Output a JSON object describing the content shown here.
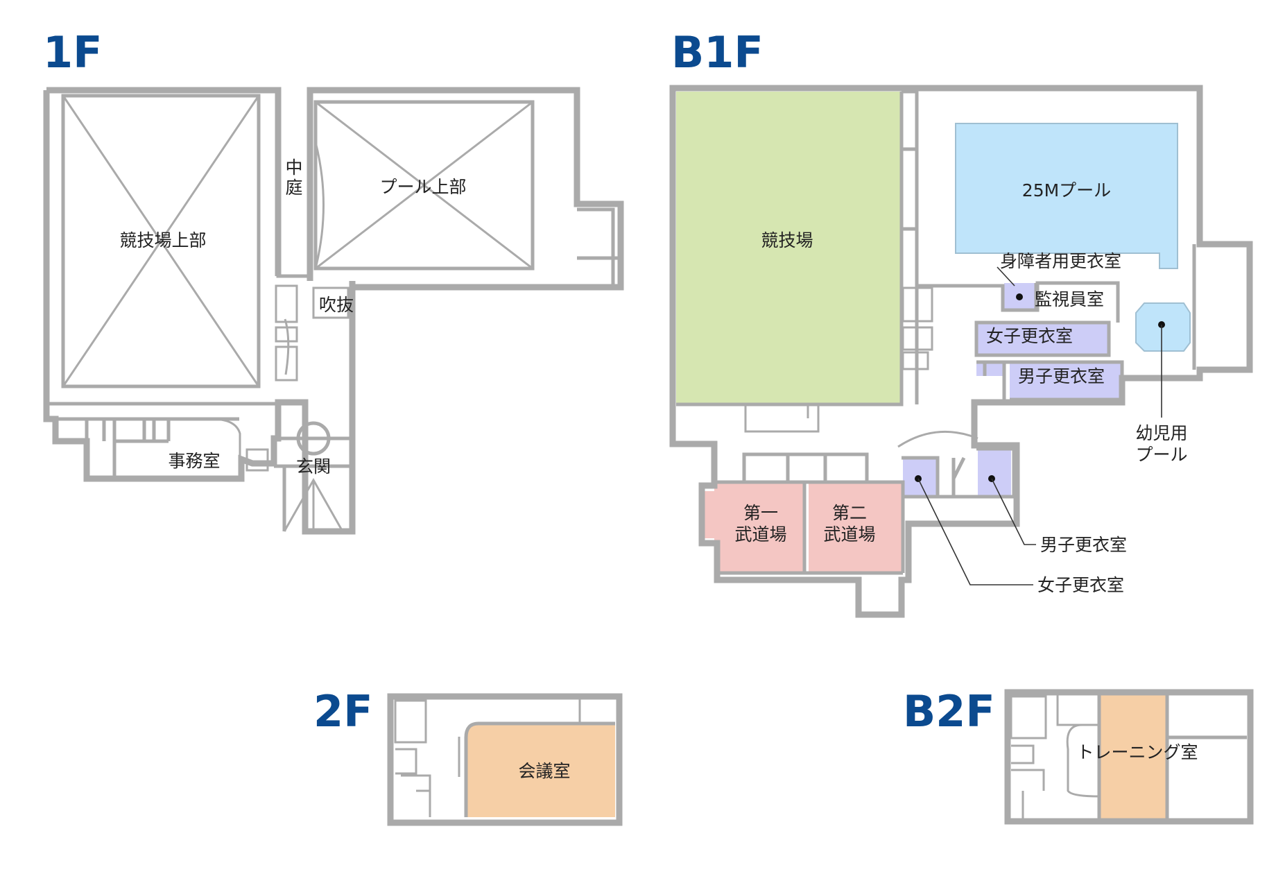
{
  "colors": {
    "wall": "#aaaaaa",
    "title_blue": "#0b4a8f",
    "arena_green": "#d6e6b1",
    "pool_blue": "#bfe4fa",
    "locker_lavender": "#cdcdf7",
    "budo_pink": "#f4c6c3",
    "meeting_orange": "#f6cfa6"
  },
  "floors": {
    "f1": {
      "title": "1F",
      "rooms": {
        "arena_upper": "競技場上部",
        "courtyard_1": "中",
        "courtyard_2": "庭",
        "pool_upper": "プール上部",
        "atrium": "吹抜",
        "office": "事務室",
        "entrance": "玄関"
      }
    },
    "b1f": {
      "title": "B1F",
      "rooms": {
        "arena": "競技場",
        "pool_25m": "25Mプール",
        "accessible_changing": "身障者用更衣室",
        "monitor_room": "監視員室",
        "women_changing": "女子更衣室",
        "men_changing": "男子更衣室",
        "kids_pool_1": "幼児用",
        "kids_pool_2": "プール",
        "dojo1_1": "第一",
        "dojo1_2": "武道場",
        "dojo2_1": "第二",
        "dojo2_2": "武道場",
        "men_changing_2": "男子更衣室",
        "women_changing_2": "女子更衣室"
      }
    },
    "f2": {
      "title": "2F",
      "rooms": {
        "meeting": "会議室"
      }
    },
    "b2f": {
      "title": "B2F",
      "rooms": {
        "training": "トレーニング室"
      }
    }
  }
}
